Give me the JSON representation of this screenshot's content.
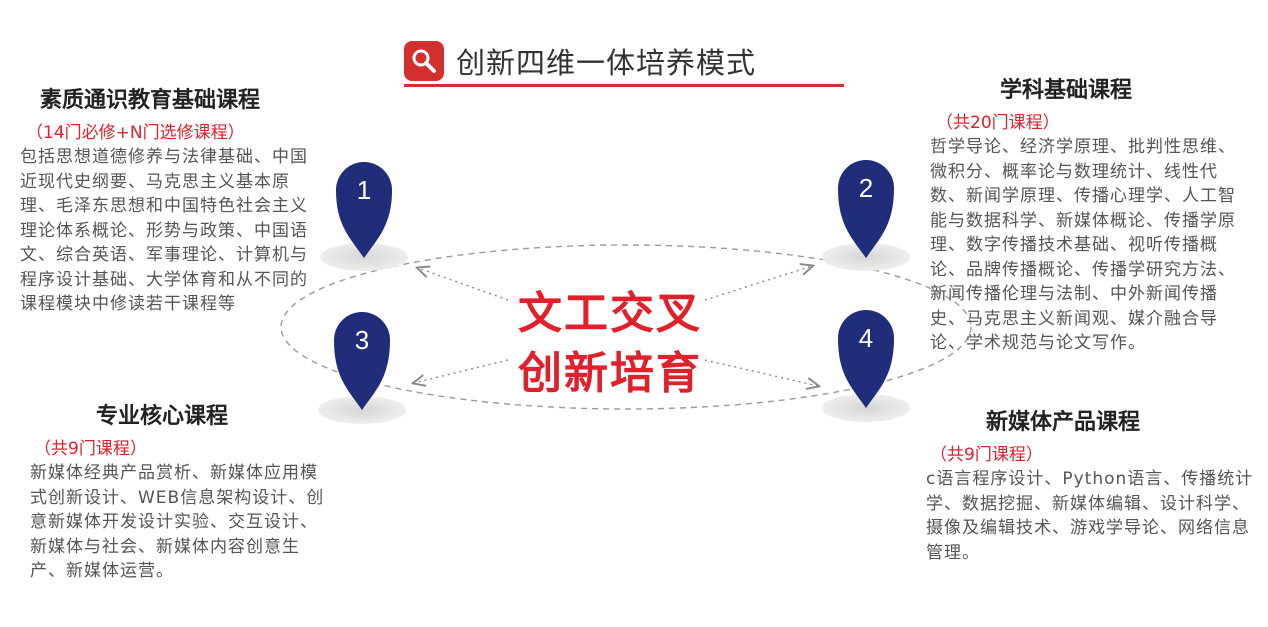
{
  "header": {
    "icon": "search-icon",
    "accent": "#d32f2f",
    "title": "创新四维一体培养模式"
  },
  "center": {
    "line1": "文工交叉",
    "line2": "创新培育",
    "color": "#e0202a"
  },
  "pins": [
    {
      "number": "1",
      "color": "#1f2d7a"
    },
    {
      "number": "2",
      "color": "#1f2d7a"
    },
    {
      "number": "3",
      "color": "#1f2d7a"
    },
    {
      "number": "4",
      "color": "#1f2d7a"
    }
  ],
  "blocks": {
    "general": {
      "title": "素质通识教育基础课程",
      "subtitle": "（14门必修+N门选修课程）",
      "description": "包括思想道德修养与法律基础、中国近现代史纲要、马克思主义基本原理、毛泽东思想和中国特色社会主义理论体系概论、形势与政策、中国语文、综合英语、军事理论、计算机与程序设计基础、大学体育和从不同的课程模块中修读若干课程等"
    },
    "foundation": {
      "title": "学科基础课程",
      "subtitle": "（共20门课程）",
      "description": "哲学导论、经济学原理、批判性思维、微积分、概率论与数理统计、线性代数、新闻学原理、传播心理学、人工智能与数据科学、新媒体概论、传播学原理、数字传播技术基础、视听传播概论、品牌传播概论、传播学研究方法、新闻传播伦理与法制、中外新闻传播史、马克思主义新闻观、媒介融合导论、学术规范与论文写作。"
    },
    "core": {
      "title": "专业核心课程",
      "subtitle": "（共9门课程）",
      "description": "新媒体经典产品赏析、新媒体应用模式创新设计、WEB信息架构设计、创意新媒体开发设计实验、交互设计、新媒体与社会、新媒体内容创意生产、新媒体运营。"
    },
    "product": {
      "title": "新媒体产品课程",
      "subtitle": "（共9门课程）",
      "description": "c语言程序设计、Python语言、传播统计学、数据挖掘、新媒体编辑、设计科学、摄像及编辑技术、游戏学导论、网络信息管理。"
    }
  }
}
